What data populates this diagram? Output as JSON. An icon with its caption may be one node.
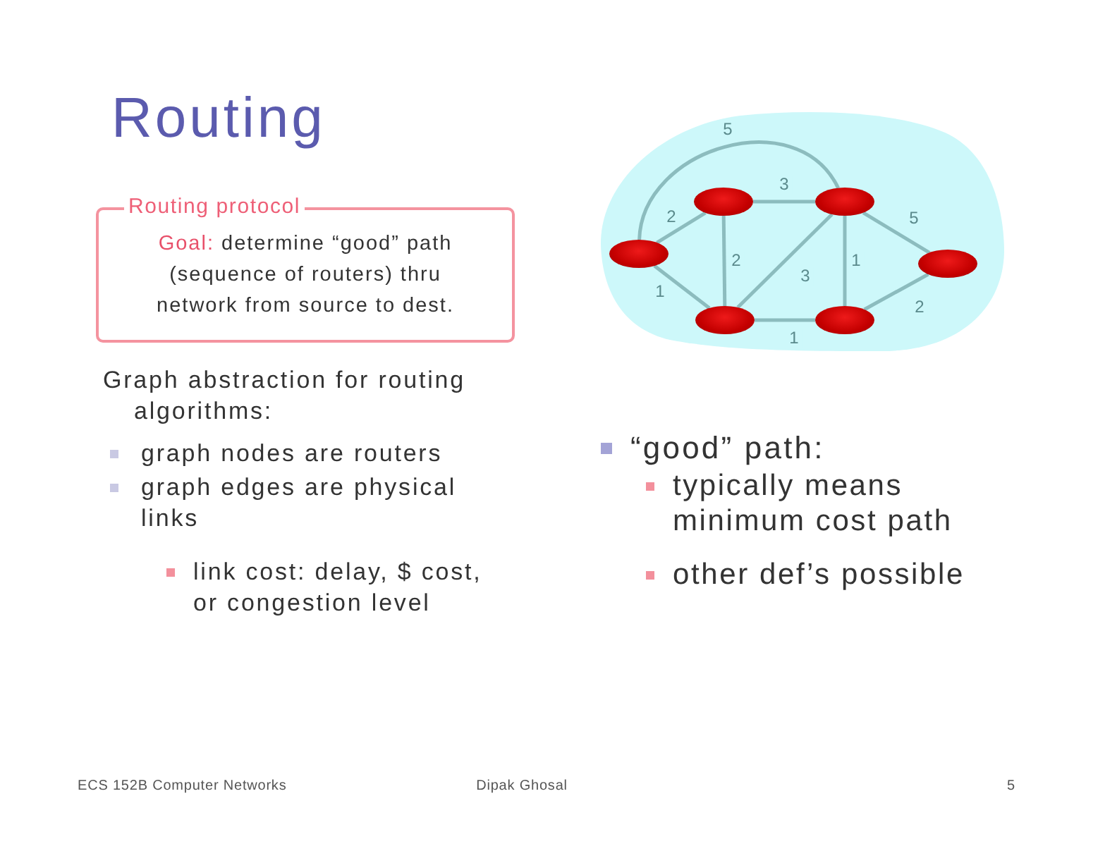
{
  "diagram": {
    "title": "Routing",
    "nodes": [
      {
        "text": [
          "Routing protocol",
          "Goal: determine “good” path (sequence of routers) thru network from source to dest."
        ]
      },
      {
        "text": [],
        "shape": "cloud"
      },
      {
        "text": [],
        "shape": "ellipse",
        "in": 1
      },
      {
        "text": [],
        "shape": "ellipse",
        "in": 1
      },
      {
        "text": [],
        "shape": "ellipse",
        "in": 1
      },
      {
        "text": [],
        "shape": "ellipse",
        "in": 1
      },
      {
        "text": [],
        "shape": "ellipse",
        "in": 1
      },
      {
        "text": [],
        "shape": "ellipse",
        "in": 1
      }
    ],
    "edges": [
      {
        "from": 2,
        "to": 3,
        "arrow": "none",
        "label": "2"
      },
      {
        "from": 2,
        "to": 5,
        "arrow": "none",
        "label": "5"
      },
      {
        "from": 2,
        "to": 4,
        "arrow": "none",
        "label": "1"
      },
      {
        "from": 3,
        "to": 5,
        "arrow": "none",
        "label": "3"
      },
      {
        "from": 3,
        "to": 4,
        "arrow": "none",
        "label": "2"
      },
      {
        "from": 4,
        "to": 5,
        "arrow": "none",
        "label": "3"
      },
      {
        "from": 5,
        "to": 6,
        "arrow": "none",
        "label": "1"
      },
      {
        "from": 5,
        "to": 7,
        "arrow": "none",
        "label": "5"
      },
      {
        "from": 4,
        "to": 6,
        "arrow": "none",
        "label": "1"
      },
      {
        "from": 6,
        "to": 7,
        "arrow": "none",
        "label": "2"
      }
    ],
    "labels": [
      "Graph abstraction for routing algorithms:",
      "graph nodes are routers",
      "graph edges are physical links",
      "link cost: delay, $ cost, or congestion level",
      "“good” path:",
      "typically means minimum cost path",
      "other def’s possible",
      "ECS 152B Computer Networks",
      "Dipak Ghosal",
      "5"
    ]
  }
}
